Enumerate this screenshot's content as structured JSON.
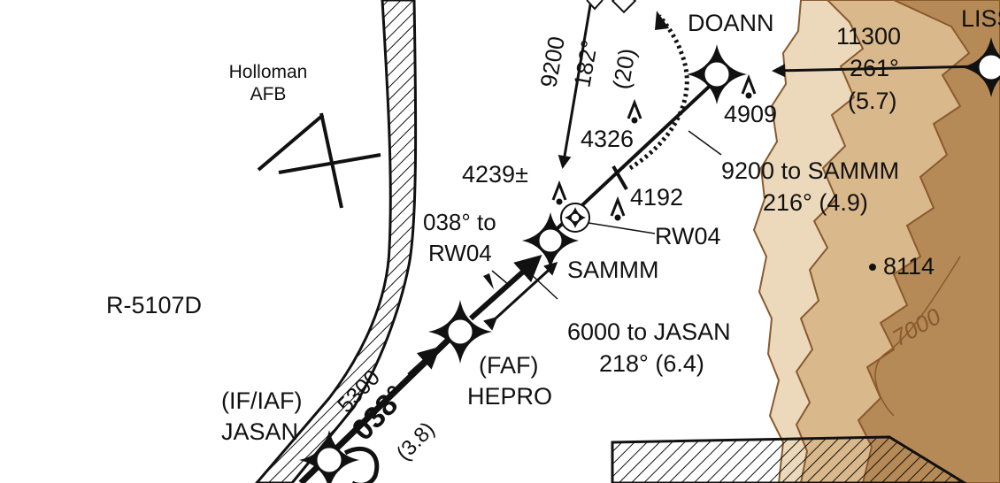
{
  "colors": {
    "terrain_light": "#ecd9bb",
    "terrain_mid": "#d9b98c",
    "terrain_dark": "#b58a57",
    "contour": "#8a5a2c",
    "ink": "#111111"
  },
  "labels": {
    "airport": "Holloman\nAFB",
    "restricted_area": "R-5107D",
    "jasan_role": "(IF/IAF)",
    "jasan": "JASAN",
    "hepro_role": "(FAF)",
    "hepro": "HEPRO",
    "sammm": "SAMMM",
    "rw04": "RW04",
    "doann": "DOANN",
    "liss": "LISS",
    "to_rw04_line1": "038° to",
    "to_rw04_line2": "RW04",
    "jasan_leg_line1": "6000 to JASAN",
    "jasan_leg_line2": "218° (6.4)",
    "sammm_leg_line1": "9200 to SAMMM",
    "sammm_leg_line2": "216° (4.9)",
    "east_leg_line1": "11300",
    "east_leg_line2": "261°",
    "east_leg_line3": "(5.7)",
    "north_leg_alt": "9200",
    "north_leg_course": "182°",
    "north_leg_dist": "(20)",
    "approach_alt": "5300",
    "approach_course": "038°",
    "approach_dist": "(3.8)",
    "contour_label": "7000"
  },
  "obstacles": [
    {
      "elevation": "4239±"
    },
    {
      "elevation": "4326"
    },
    {
      "elevation": "4192"
    },
    {
      "elevation": "4909"
    }
  ],
  "spot_elevation": "8114"
}
